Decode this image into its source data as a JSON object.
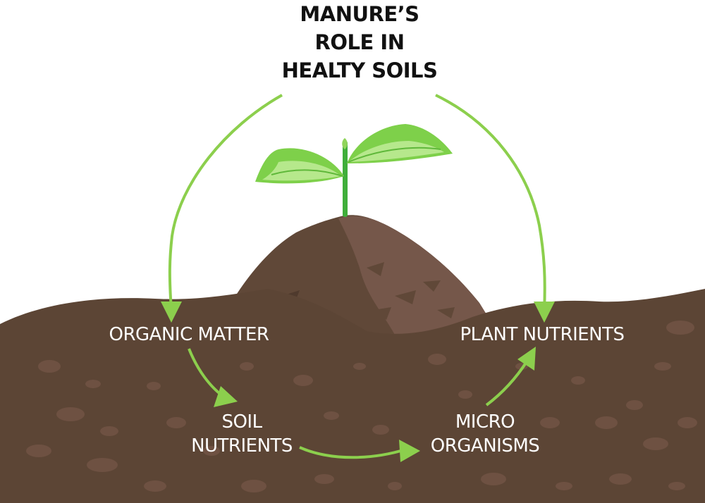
{
  "title": {
    "line1": "MANURE’S",
    "line2": "ROLE IN",
    "line3": "HEALTY SOILS"
  },
  "labels": {
    "organic_matter": "ORGANIC MATTER",
    "soil_nutrients_line1": "SOIL",
    "soil_nutrients_line2": "NUTRIENTS",
    "micro_organisms_line1": "MICRO",
    "micro_organisms_line2": "ORGANISMS",
    "plant_nutrients": "PLANT NUTRIENTS"
  },
  "colors": {
    "soil_dark": "#5c4535",
    "soil_mound": "#604838",
    "soil_mound_light": "#75574a",
    "soil_spot": "#6e5142",
    "arrow_green": "#8ccf4d",
    "leaf_green": "#7ed04a",
    "leaf_light": "#b6e88c",
    "stem_green": "#3fae3a",
    "label_text": "#ffffff",
    "title_text": "#111111"
  },
  "icons": {
    "plant": "seedling-icon",
    "cycle": "cycle-arrows"
  }
}
